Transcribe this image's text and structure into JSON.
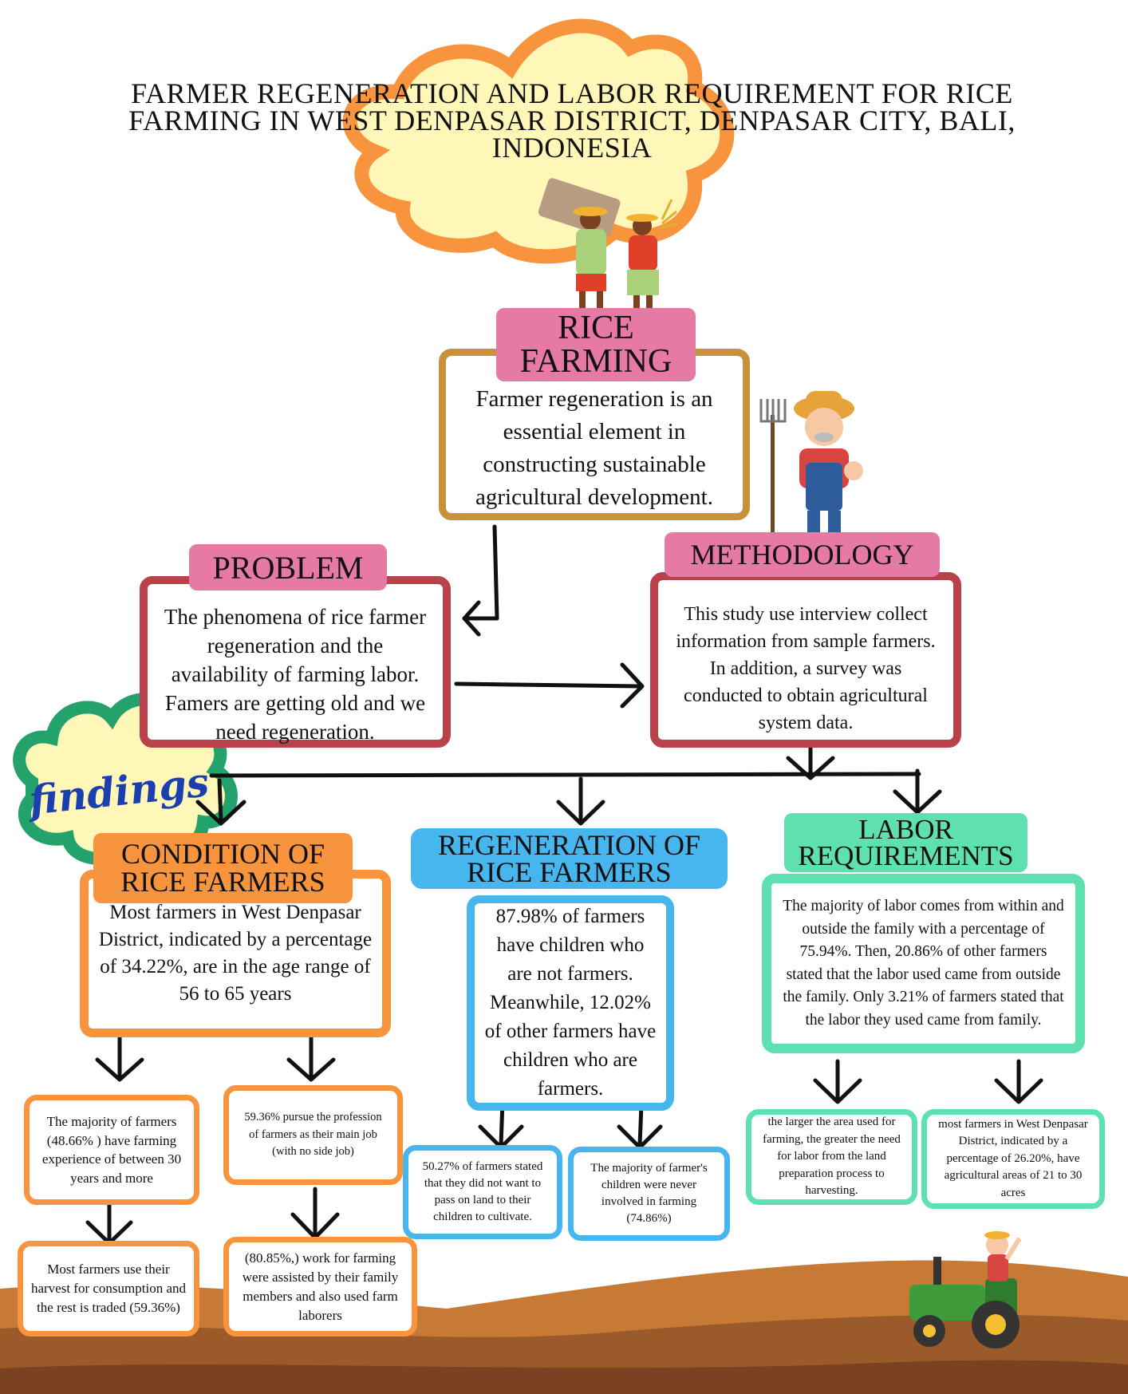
{
  "title": "FARMER REGENERATION AND LABOR REQUIREMENT FOR RICE FARMING IN WEST DENPASAR DISTRICT, DENPASAR CITY, BALI, INDONESIA",
  "colors": {
    "orange": "#f7943d",
    "pink": "#e77aa4",
    "mustard": "#c8923a",
    "crimson": "#b8414a",
    "sky": "#47b5ee",
    "mint": "#5fe0b0",
    "cloud": "#fff7b8",
    "green": "#23a36b",
    "soil": "#9b5a2a",
    "navy": "#1c3fb0"
  },
  "rice_farming": {
    "header": "RICE FARMING",
    "text": "Farmer regeneration is an essential element in constructing sustainable agricultural development."
  },
  "problem": {
    "header": "PROBLEM",
    "text": "The phenomena of rice farmer regeneration and the availability of farming labor. Famers are getting old and we need regeneration."
  },
  "methodology": {
    "header": "METHODOLOGY",
    "text": "This study use interview collect information from sample farmers. In addition, a survey was conducted to obtain agricultural system data."
  },
  "findings_label": "findings",
  "condition": {
    "header": "CONDITION OF RICE FARMERS",
    "text": "Most farmers in West Denpasar District, indicated by a percentage of 34.22%, are in the age range of 56 to 65 years",
    "sub": [
      "The majority of farmers (48.66% ) have farming experience of between 30 years and more",
      "59.36% pursue the profession of farmers as their main job  (with no side job)",
      "Most farmers use their harvest for consumption and the rest is traded (59.36%)",
      "(80.85%,) work for farming were assisted by their family members and also used farm laborers"
    ]
  },
  "regeneration": {
    "header": "REGENERATION OF RICE FARMERS",
    "text": "87.98% of farmers have children who are not farmers. Meanwhile, 12.02% of other farmers have children who are farmers.",
    "sub": [
      "50.27% of farmers stated that they did not want to pass on land to their children to cultivate.",
      "The majority of farmer's children were never involved in farming (74.86%)"
    ]
  },
  "labor": {
    "header": "LABOR REQUIREMENTS",
    "text": "The majority of labor comes from within and outside the family with a percentage of 75.94%. Then, 20.86% of other farmers stated that the labor used came from outside the family.  Only 3.21% of farmers stated that the labor they used came from family.",
    "sub": [
      "the larger the area used for farming, the greater the need for labor from the land preparation process to harvesting.",
      "most farmers in West Denpasar District, indicated by a percentage of 26.20%, have agricultural areas of 21 to 30 acres"
    ]
  },
  "icons": [
    "cloud-shape",
    "farmer-couple-icon",
    "farmer-pitchfork-icon",
    "tractor-icon",
    "arrow-icon",
    "soil-ground"
  ]
}
